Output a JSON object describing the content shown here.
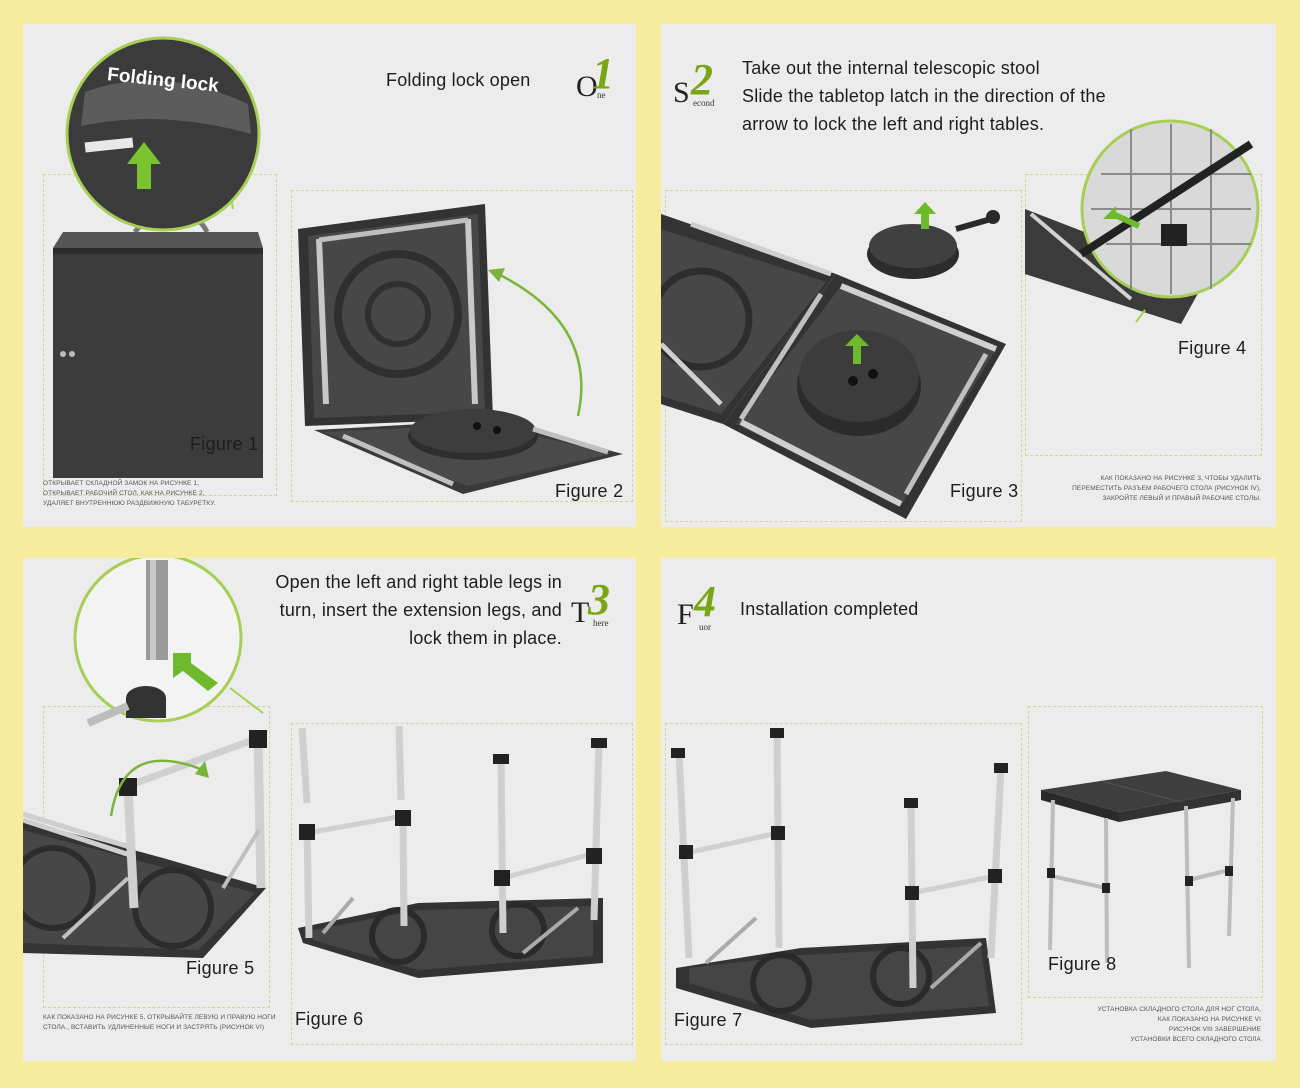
{
  "panels": [
    {
      "title": "Folding lock open",
      "step": {
        "letter": "O",
        "digit": "1",
        "sub": "ne"
      },
      "callout": "Folding lock",
      "figures": [
        "Figure 1",
        "Figure 2"
      ],
      "note": [
        "ОТКРЫВАЕТ СКЛАДНОЙ ЗАМОК НА РИСУНКЕ 1,",
        "ОТКРЫВАЕТ РАБОЧИЙ СТОЛ, КАК НА РИСУНКЕ 2,",
        "УДАЛЯЕТ ВНУТРЕННЮЮ РАЗДВИЖНУЮ ТАБУРЕТКУ."
      ]
    },
    {
      "title_lines": [
        "Take out the internal telescopic stool",
        "Slide the tabletop latch in the direction of the",
        "arrow to lock the left and right tables."
      ],
      "step": {
        "letter": "S",
        "digit": "2",
        "sub": "econd"
      },
      "figures": [
        "Figure 3",
        "Figure 4"
      ],
      "note": [
        "КАК ПОКАЗАНО НА РИСУНКЕ 3, ЧТОБЫ УДАЛИТЬ",
        "ПЕРЕМЕСТИТЬ РАЗЪЕМ РАБОЧЕГО СТОЛА (РИСУНОК IV),",
        "ЗАКРОЙТЕ ЛЕВЫЙ И ПРАВЫЙ РАБОЧИЕ СТОЛЫ."
      ]
    },
    {
      "title_lines": [
        "Open the left and right table legs in",
        "turn, insert the extension legs, and",
        "lock them in place."
      ],
      "step": {
        "letter": "T",
        "digit": "3",
        "sub": "here"
      },
      "figures": [
        "Figure 5",
        "Figure 6"
      ],
      "note": [
        "КАК ПОКАЗАНО НА РИСУНКЕ 5, ОТКРЫВАЙТЕ ЛЕВУЮ И ПРАВУЮ НОГИ",
        "СТОЛА., ВСТАВИТЬ УДЛИНЕННЫЕ НОГИ И ЗАСТРЯТЬ (РИСУНОК VI)"
      ]
    },
    {
      "title": "Installation completed",
      "step": {
        "letter": "F",
        "digit": "4",
        "sub": "uor"
      },
      "figures": [
        "Figure 7",
        "Figure 8"
      ],
      "note": [
        "УСТАНОВКА СКЛАДНОГО СТОЛА ДЛЯ НОГ СТОЛА,",
        "КАК ПОКАЗАНО НА РИСУНКЕ VI",
        "РИСУНОК VIII ЗАВЕРШЕНИЕ",
        "УСТАНОВКИ ВСЕГО СКЛАДНОГО СТОЛА"
      ]
    }
  ],
  "colors": {
    "background": "#f7ec9e",
    "panel": "#ececec",
    "accent_green": "#79a615",
    "arrow_green": "#6fba2c",
    "product_dark": "#3a3a3a"
  }
}
